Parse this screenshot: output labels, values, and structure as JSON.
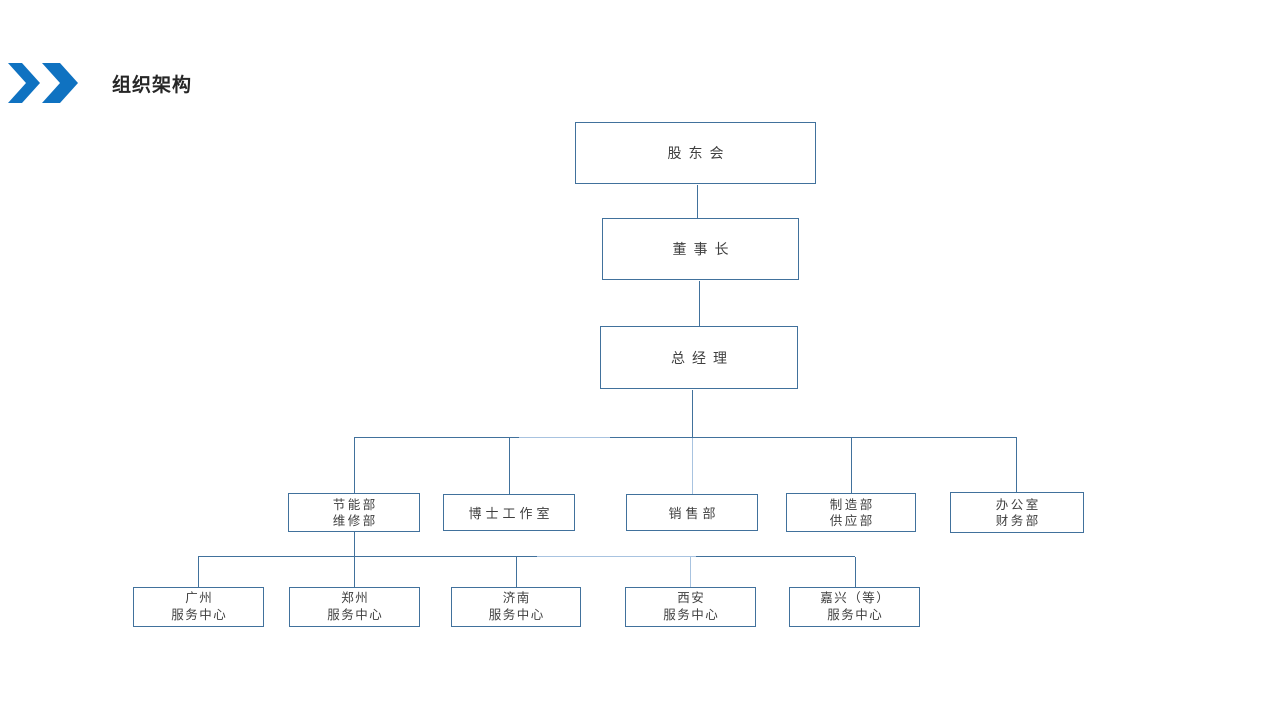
{
  "slide": {
    "title": "组织架构"
  },
  "colors": {
    "accent_blue": "#0F72C1",
    "box_border": "#41719C",
    "connector": "#41719C",
    "connector_light": "#A8C3E0",
    "title_text": "#262626",
    "box_text": "#3F3F3F",
    "background": "#FFFFFF"
  },
  "icons": {
    "header_icon": "double-chevron-right"
  },
  "org": {
    "nodes": [
      {
        "id": "shareholders",
        "line1": "股东会"
      },
      {
        "id": "chairman",
        "line1": "董事长"
      },
      {
        "id": "general-manager",
        "line1": "总经理"
      },
      {
        "id": "energy-maintenance",
        "line1": "节能部",
        "line2": "维修部"
      },
      {
        "id": "doctor-studio",
        "line1": "博士工作室"
      },
      {
        "id": "sales",
        "line1": "销售部"
      },
      {
        "id": "manufacturing-supply",
        "line1": "制造部",
        "line2": "供应部"
      },
      {
        "id": "office-finance",
        "line1": "办公室",
        "line2": "财务部"
      },
      {
        "id": "guangzhou",
        "line1": "广州",
        "line2": "服务中心"
      },
      {
        "id": "zhengzhou",
        "line1": "郑州",
        "line2": "服务中心"
      },
      {
        "id": "jinan",
        "line1": "济南",
        "line2": "服务中心"
      },
      {
        "id": "xian",
        "line1": "西安",
        "line2": "服务中心"
      },
      {
        "id": "jiaxing",
        "line1": "嘉兴（等）",
        "line2": "服务中心"
      }
    ]
  }
}
